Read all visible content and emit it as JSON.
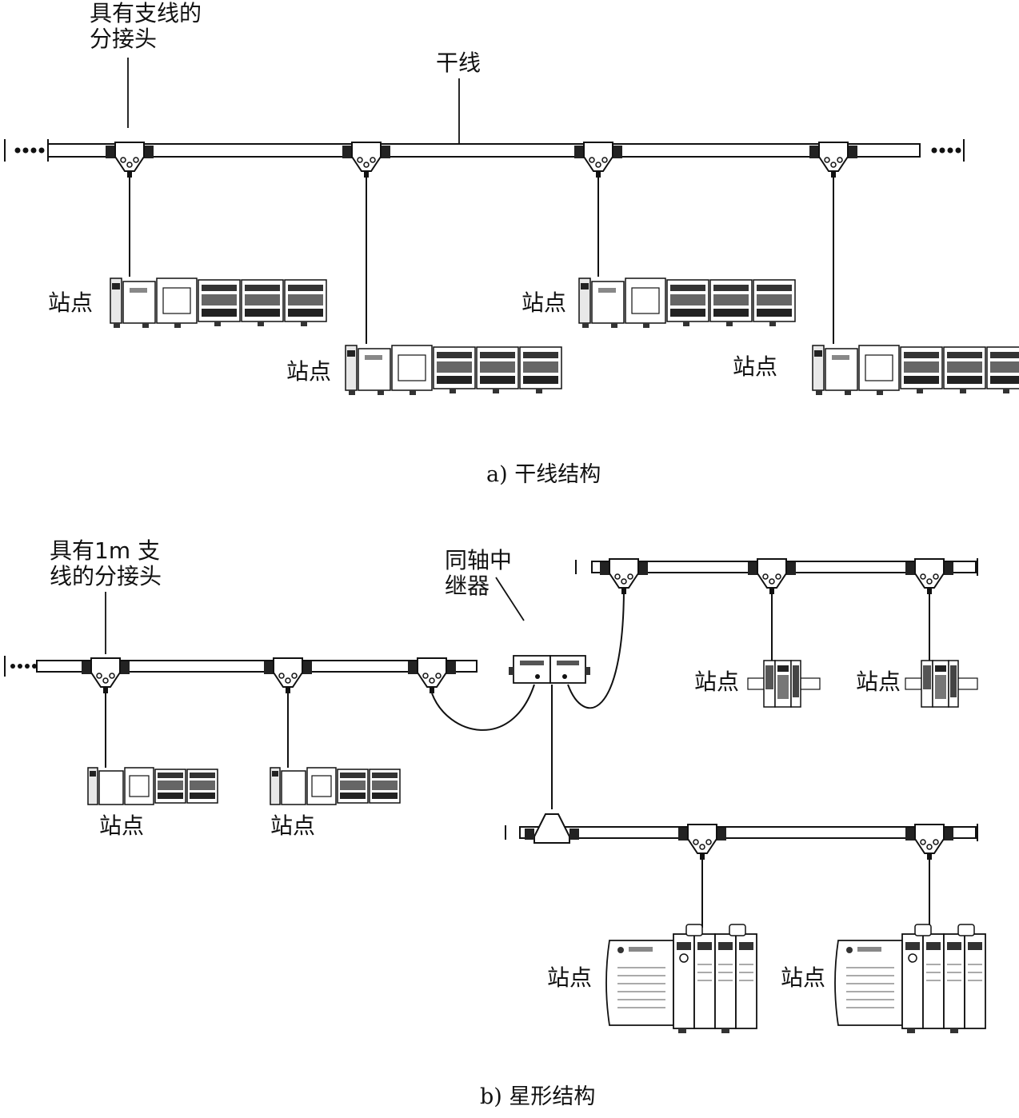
{
  "diagram_a": {
    "callout_tap_line1": "具有支线的",
    "callout_tap_line2": "分接头",
    "callout_trunk": "干线",
    "station_label": "站点",
    "caption": "a) 干线结构"
  },
  "diagram_b": {
    "callout_tap_line1": "具有1m 支",
    "callout_tap_line2": "线的分接头",
    "callout_repeater_line1": "同轴中",
    "callout_repeater_line2": "继器",
    "station_label": "站点",
    "caption": "b) 星形结构"
  },
  "colors": {
    "line": "#111111",
    "cable_fill": "#ffffff",
    "device_fill": "#f4f4f4"
  },
  "icons": {
    "tap": "tap-icon",
    "plc": "plc-station-icon",
    "io": "io-block-icon",
    "rack": "rack-station-icon",
    "repeater": "coax-repeater-icon"
  }
}
